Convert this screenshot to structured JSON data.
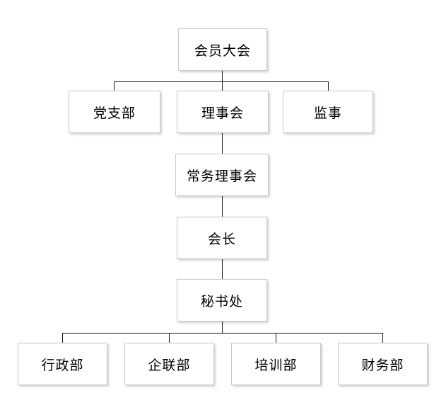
{
  "diagram": {
    "type": "org-chart",
    "nodes": {
      "assembly": "会员大会",
      "party_branch": "党支部",
      "council": "理事会",
      "supervisor": "监事",
      "standing_council": "常务理事会",
      "president": "会长",
      "secretariat": "秘书处",
      "admin_dept": "行政部",
      "enterprise_liaison_dept": "企联部",
      "training_dept": "培训部",
      "finance_dept": "财务部"
    },
    "edges": [
      [
        "会员大会",
        "党支部"
      ],
      [
        "会员大会",
        "理事会"
      ],
      [
        "会员大会",
        "监事"
      ],
      [
        "理事会",
        "常务理事会"
      ],
      [
        "常务理事会",
        "会长"
      ],
      [
        "会长",
        "秘书处"
      ],
      [
        "秘书处",
        "行政部"
      ],
      [
        "秘书处",
        "企联部"
      ],
      [
        "秘书处",
        "培训部"
      ],
      [
        "秘书处",
        "财务部"
      ]
    ],
    "colors": {
      "background": "#ffffff",
      "box_fill": "#ffffff",
      "box_border": "#c9c9c9",
      "line": "#1a1a1a",
      "text": "#000000"
    }
  }
}
